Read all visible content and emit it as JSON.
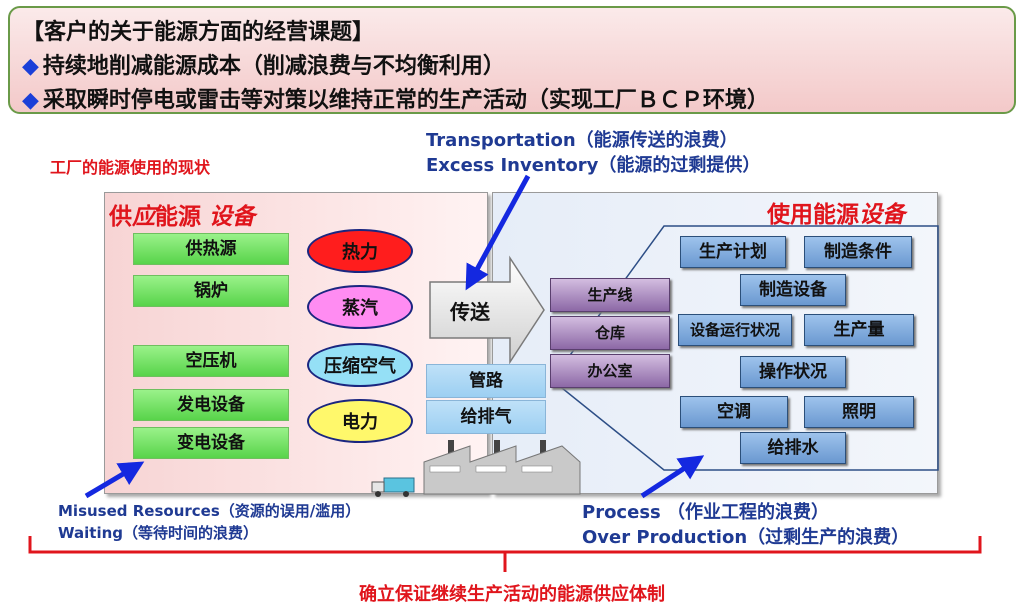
{
  "header": {
    "title": "【客户的关于能源方面的经营课题】",
    "line1": "持续地削减能源成本（削减浪费与不均衡利用）",
    "line2": "采取瞬时停电或雷击等对策以维持正常的生产活动（实现工厂ＢＣＰ环境）"
  },
  "top_waste": {
    "line1": "Transportation（能源传送的浪费）",
    "line2": "Excess Inventory（能源的过剩提供）"
  },
  "factory_status": "工厂的能源使用的现状",
  "supply": {
    "title_plain": "供",
    "title_it1": "应",
    "title_plain2": "能源",
    "title_it2": "设备",
    "green_boxes": [
      "供热源",
      "锅炉",
      "空压机",
      "发电设备",
      "变电设备"
    ],
    "ovals": [
      "热力",
      "蒸汽",
      "压缩空气",
      "电力"
    ]
  },
  "transport": {
    "arrow_label": "传送",
    "boxes": [
      "管路",
      "给排气"
    ]
  },
  "usage": {
    "title_plain": "使用能源",
    "title_it": "设备",
    "purple_boxes": [
      "生产线",
      "仓库",
      "办公室"
    ],
    "blue_boxes": [
      "生产计划",
      "制造条件",
      "制造设备",
      "设备运行状况",
      "生产量",
      "操作状况",
      "空调",
      "照明",
      "给排水"
    ]
  },
  "bottom_left_waste": {
    "line1": "Misused Resources（资源的误用/滥用）",
    "line2": "Waiting（等待时间的浪费）"
  },
  "bottom_right_waste": {
    "line1": "Process （作业工程的浪费）",
    "line2": "Over Production（过剩生产的浪费）"
  },
  "conclusion": "确立保证继续生产活动的能源供应体制",
  "colors": {
    "red": "#e0151c",
    "navy": "#1f3a93",
    "arrow_blue": "#1428e0",
    "header_border": "#6a9a48"
  }
}
